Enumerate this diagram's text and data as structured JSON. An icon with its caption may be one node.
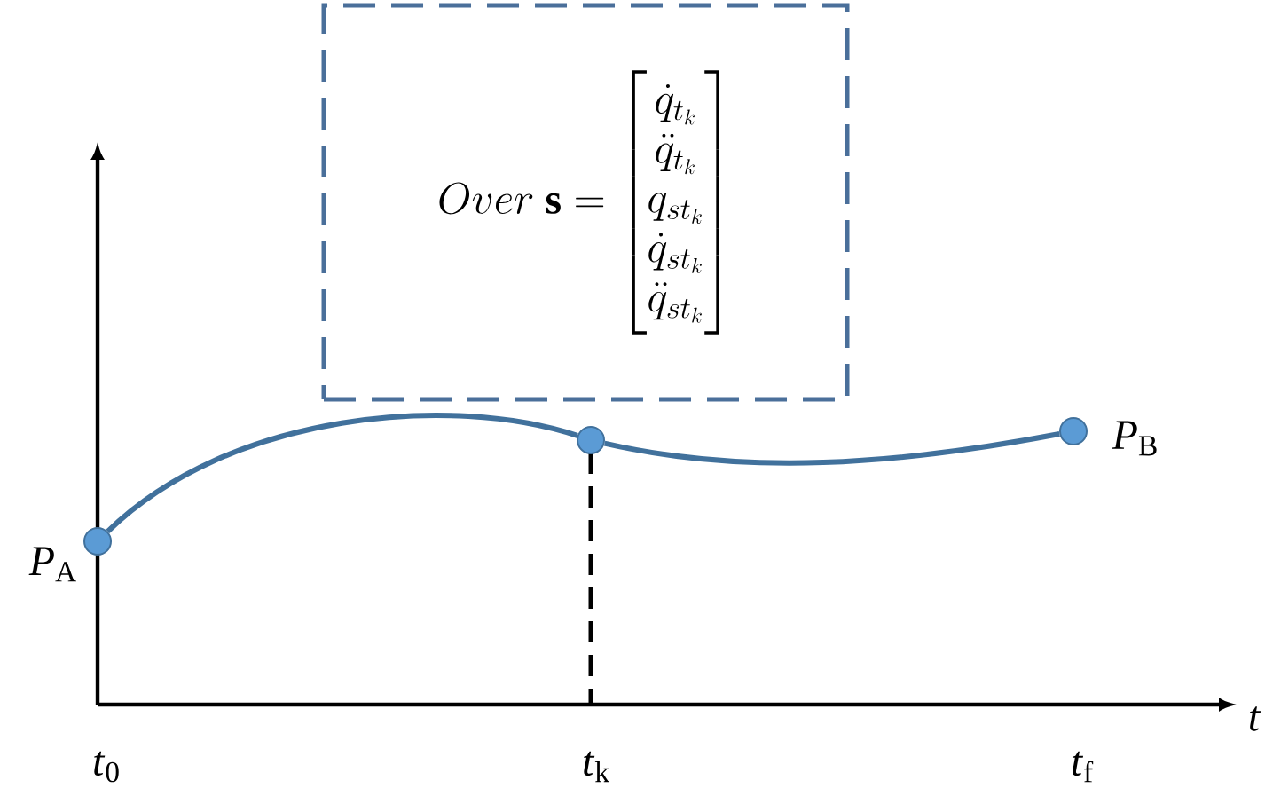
{
  "diagram": {
    "nodes": [
      {
        "text": [
          "Over\\ \\mathbf{s} = \\begin{bmatrix}\\dot q_{t_k}\\\\ \\ddot q_{t_k}\\\\ q_{st_k}\\\\ \\dot q_{st_k}\\\\ \\ddot q_{st_k}\\end{bmatrix}"
        ]
      },
      {
        "text": [],
        "shape": "circle",
        "beside": [
          "*P*$_{A}$"
        ]
      },
      {
        "text": [],
        "shape": "circle"
      },
      {
        "text": [],
        "shape": "circle",
        "beside": [
          "*P*$_{B}$"
        ]
      }
    ],
    "edges": [
      {
        "from": 1,
        "to": 2,
        "arrow": "none"
      },
      {
        "from": 2,
        "to": 3,
        "arrow": "none"
      }
    ],
    "labels": [
      "*t*",
      "*t*$_{0}$",
      "*t*$_{k}$",
      "*t*$_{f}$"
    ]
  }
}
